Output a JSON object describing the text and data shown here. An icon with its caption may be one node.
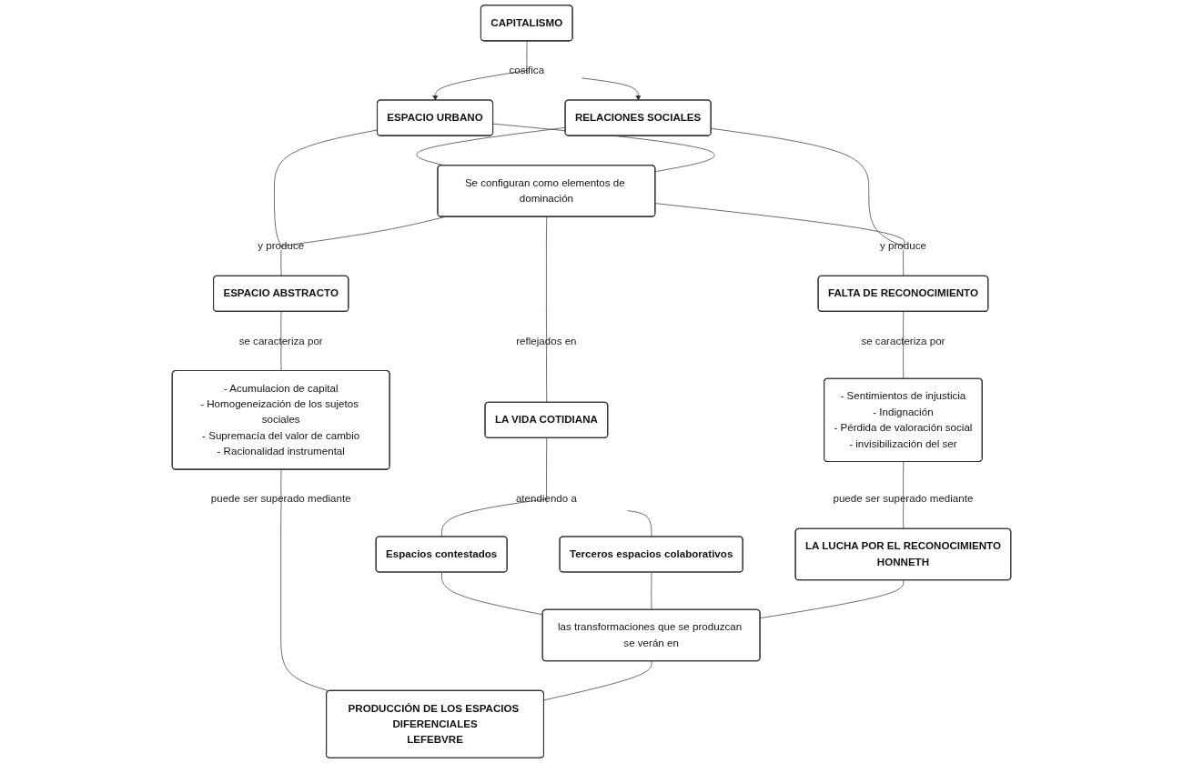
{
  "diagram": {
    "nodes": [
      {
        "text": [
          "CAPITALISMO"
        ]
      },
      {
        "text": [
          "cosifica"
        ]
      },
      {
        "text": [
          "RELACIONES SOCIALES"
        ]
      },
      {
        "text": [
          "ESPACIO URBANO"
        ]
      },
      {
        "text": [
          "Se configuran como elementos de dominación"
        ]
      },
      {
        "text": [
          "y produce"
        ]
      },
      {
        "text": [
          "y produce"
        ]
      },
      {
        "text": [
          "FALTA DE RECONOCIMIENTO"
        ]
      },
      {
        "text": [
          "reflejados en"
        ]
      },
      {
        "text": [
          "ESPACIO ABSTRACTO"
        ]
      },
      {
        "text": [
          "LA VIDA COTIDIANA"
        ]
      },
      {
        "text": [
          "se caracteriza por"
        ]
      },
      {
        "text": [
          "se caracteriza por"
        ]
      },
      {
        "text": [
          "- Sentimientos de injusticia",
          "- Indignación",
          "- Pérdida de valoración social",
          "- invisibilización del ser"
        ]
      },
      {
        "text": [
          "atendiendo a"
        ]
      },
      {
        "text": [
          "- Acumulacion de capital",
          "- Homogeneización de los sujetos sociales",
          "- Supremacía del valor de cambio",
          "- Racionalidad instrumental"
        ]
      },
      {
        "text": [
          "Espacios contestados"
        ]
      },
      {
        "text": [
          "Terceros espacios colaborativos"
        ]
      },
      {
        "text": [
          "puede ser superado mediante"
        ]
      },
      {
        "text": [
          "puede ser superado mediante"
        ]
      },
      {
        "text": [
          "LA LUCHA POR EL RECONOCIMIENTO",
          "HONNETH"
        ]
      },
      {
        "text": [
          "las transformaciones que se produzcan se verán en"
        ]
      },
      {
        "text": [
          "PRODUCCIÓN DE LOS ESPACIOS DIFERENCIALES",
          "LEFEBVRE"
        ]
      }
    ],
    "edges": [
      {
        "from": 0,
        "to": 1,
        "arrow": "none"
      },
      {
        "from": 1,
        "to": 2,
        "arrow": "to"
      },
      {
        "from": 1,
        "to": 3,
        "arrow": "to"
      },
      {
        "from": 2,
        "to": 4,
        "arrow": "none"
      },
      {
        "from": 3,
        "to": 4,
        "arrow": "none"
      },
      {
        "from": 2,
        "to": 5,
        "arrow": "none"
      },
      {
        "from": 4,
        "to": 5,
        "arrow": "none"
      },
      {
        "from": 3,
        "to": 6,
        "arrow": "none"
      },
      {
        "from": 4,
        "to": 6,
        "arrow": "none"
      },
      {
        "from": 5,
        "to": 7,
        "arrow": "none"
      },
      {
        "from": 4,
        "to": 8,
        "arrow": "none"
      },
      {
        "from": 6,
        "to": 9,
        "arrow": "none"
      },
      {
        "from": 8,
        "to": 10,
        "arrow": "none"
      },
      {
        "from": 7,
        "to": 11,
        "arrow": "none"
      },
      {
        "from": 9,
        "to": 12,
        "arrow": "none"
      },
      {
        "from": 11,
        "to": 13,
        "arrow": "none"
      },
      {
        "from": 10,
        "to": 14,
        "arrow": "none"
      },
      {
        "from": 12,
        "to": 15,
        "arrow": "none"
      },
      {
        "from": 14,
        "to": 16,
        "arrow": "none"
      },
      {
        "from": 14,
        "to": 17,
        "arrow": "none"
      },
      {
        "from": 13,
        "to": 18,
        "arrow": "none"
      },
      {
        "from": 15,
        "to": 19,
        "arrow": "none"
      },
      {
        "from": 18,
        "to": 20,
        "arrow": "none"
      },
      {
        "from": 19,
        "to": 22,
        "arrow": "none"
      },
      {
        "from": 16,
        "to": 21,
        "arrow": "none"
      },
      {
        "from": 17,
        "to": 21,
        "arrow": "none"
      },
      {
        "from": 20,
        "to": 21,
        "arrow": "none"
      },
      {
        "from": 21,
        "to": 22,
        "arrow": "none"
      }
    ]
  }
}
